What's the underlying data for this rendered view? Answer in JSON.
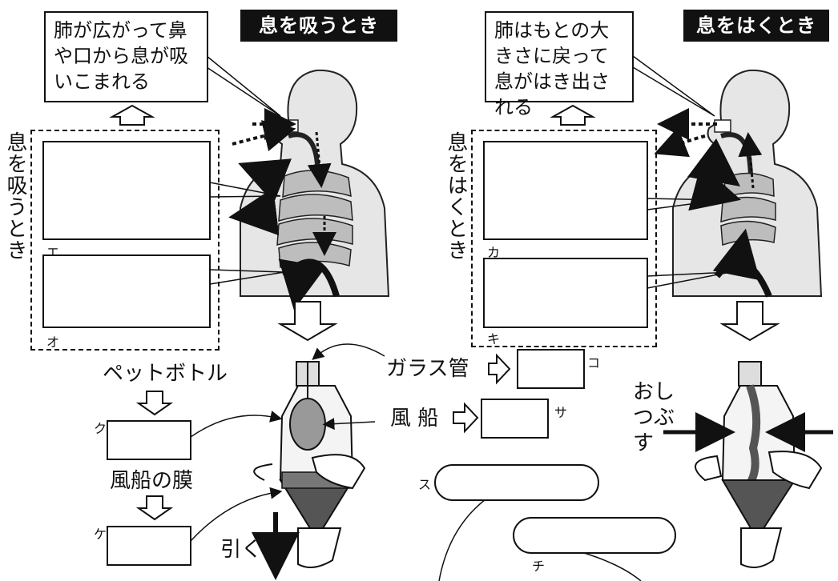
{
  "left_panel": {
    "title": "息を吸うとき",
    "callout": "肺が広がって鼻や口から息が吸いこまれる",
    "side_label": "息を吸うとき",
    "box_labels": [
      "エ",
      "オ"
    ]
  },
  "right_panel": {
    "title": "息をはくとき",
    "callout": "肺はもとの大きさに戻って息がはき出される",
    "side_label": "息をはくとき",
    "box_labels": [
      "カ",
      "キ"
    ]
  },
  "model": {
    "petbottle": "ペットボトル",
    "petbottle_box": "ク",
    "balloon_membrane": "風船の膜",
    "balloon_membrane_box": "ケ",
    "glass_tube": "ガラス管",
    "glass_tube_box": "コ",
    "balloon": "風 船",
    "balloon_box": "サ",
    "pull": "引く",
    "squeeze": "おしつぶす",
    "pill_labels": [
      "ス",
      "チ"
    ]
  }
}
